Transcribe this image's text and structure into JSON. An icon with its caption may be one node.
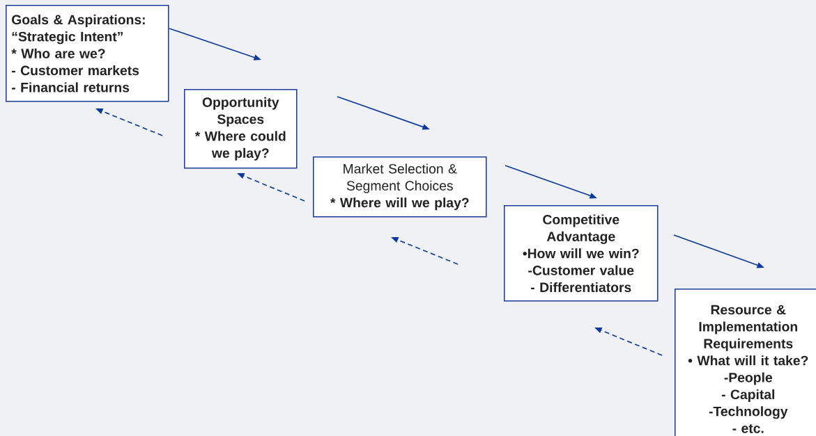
{
  "diagram": {
    "nodes": [
      {
        "text": [
          "Goals & Aspirations: “Strategic Intent”",
          "* Who are we?",
          "- Customer markets",
          "- Financial returns"
        ]
      },
      {
        "text": [
          "Opportunity Spaces",
          "* Where could we play?"
        ]
      },
      {
        "text": [
          "Market Selection & Segment Choices",
          "* Where will we play?"
        ]
      },
      {
        "text": [
          "Competitive Advantage",
          "•How will we win?",
          "-Customer value",
          "- Differentiators"
        ]
      },
      {
        "text": [
          "Resource & Implementation Requirements",
          "• What will it take?",
          "-People",
          "- Capital",
          "-Technology",
          "- etc."
        ]
      }
    ],
    "edges": [
      {
        "from": 0,
        "to": 1,
        "arrow": "to"
      },
      {
        "from": 1,
        "to": 2,
        "arrow": "to"
      },
      {
        "from": 2,
        "to": 3,
        "arrow": "to"
      },
      {
        "from": 3,
        "to": 4,
        "arrow": "to"
      },
      {
        "from": 1,
        "to": 0,
        "arrow": "to",
        "style": "dashed"
      },
      {
        "from": 2,
        "to": 1,
        "arrow": "to",
        "style": "dashed"
      },
      {
        "from": 3,
        "to": 2,
        "arrow": "to",
        "style": "dashed"
      },
      {
        "from": 4,
        "to": 3,
        "arrow": "to",
        "style": "dashed"
      }
    ]
  }
}
